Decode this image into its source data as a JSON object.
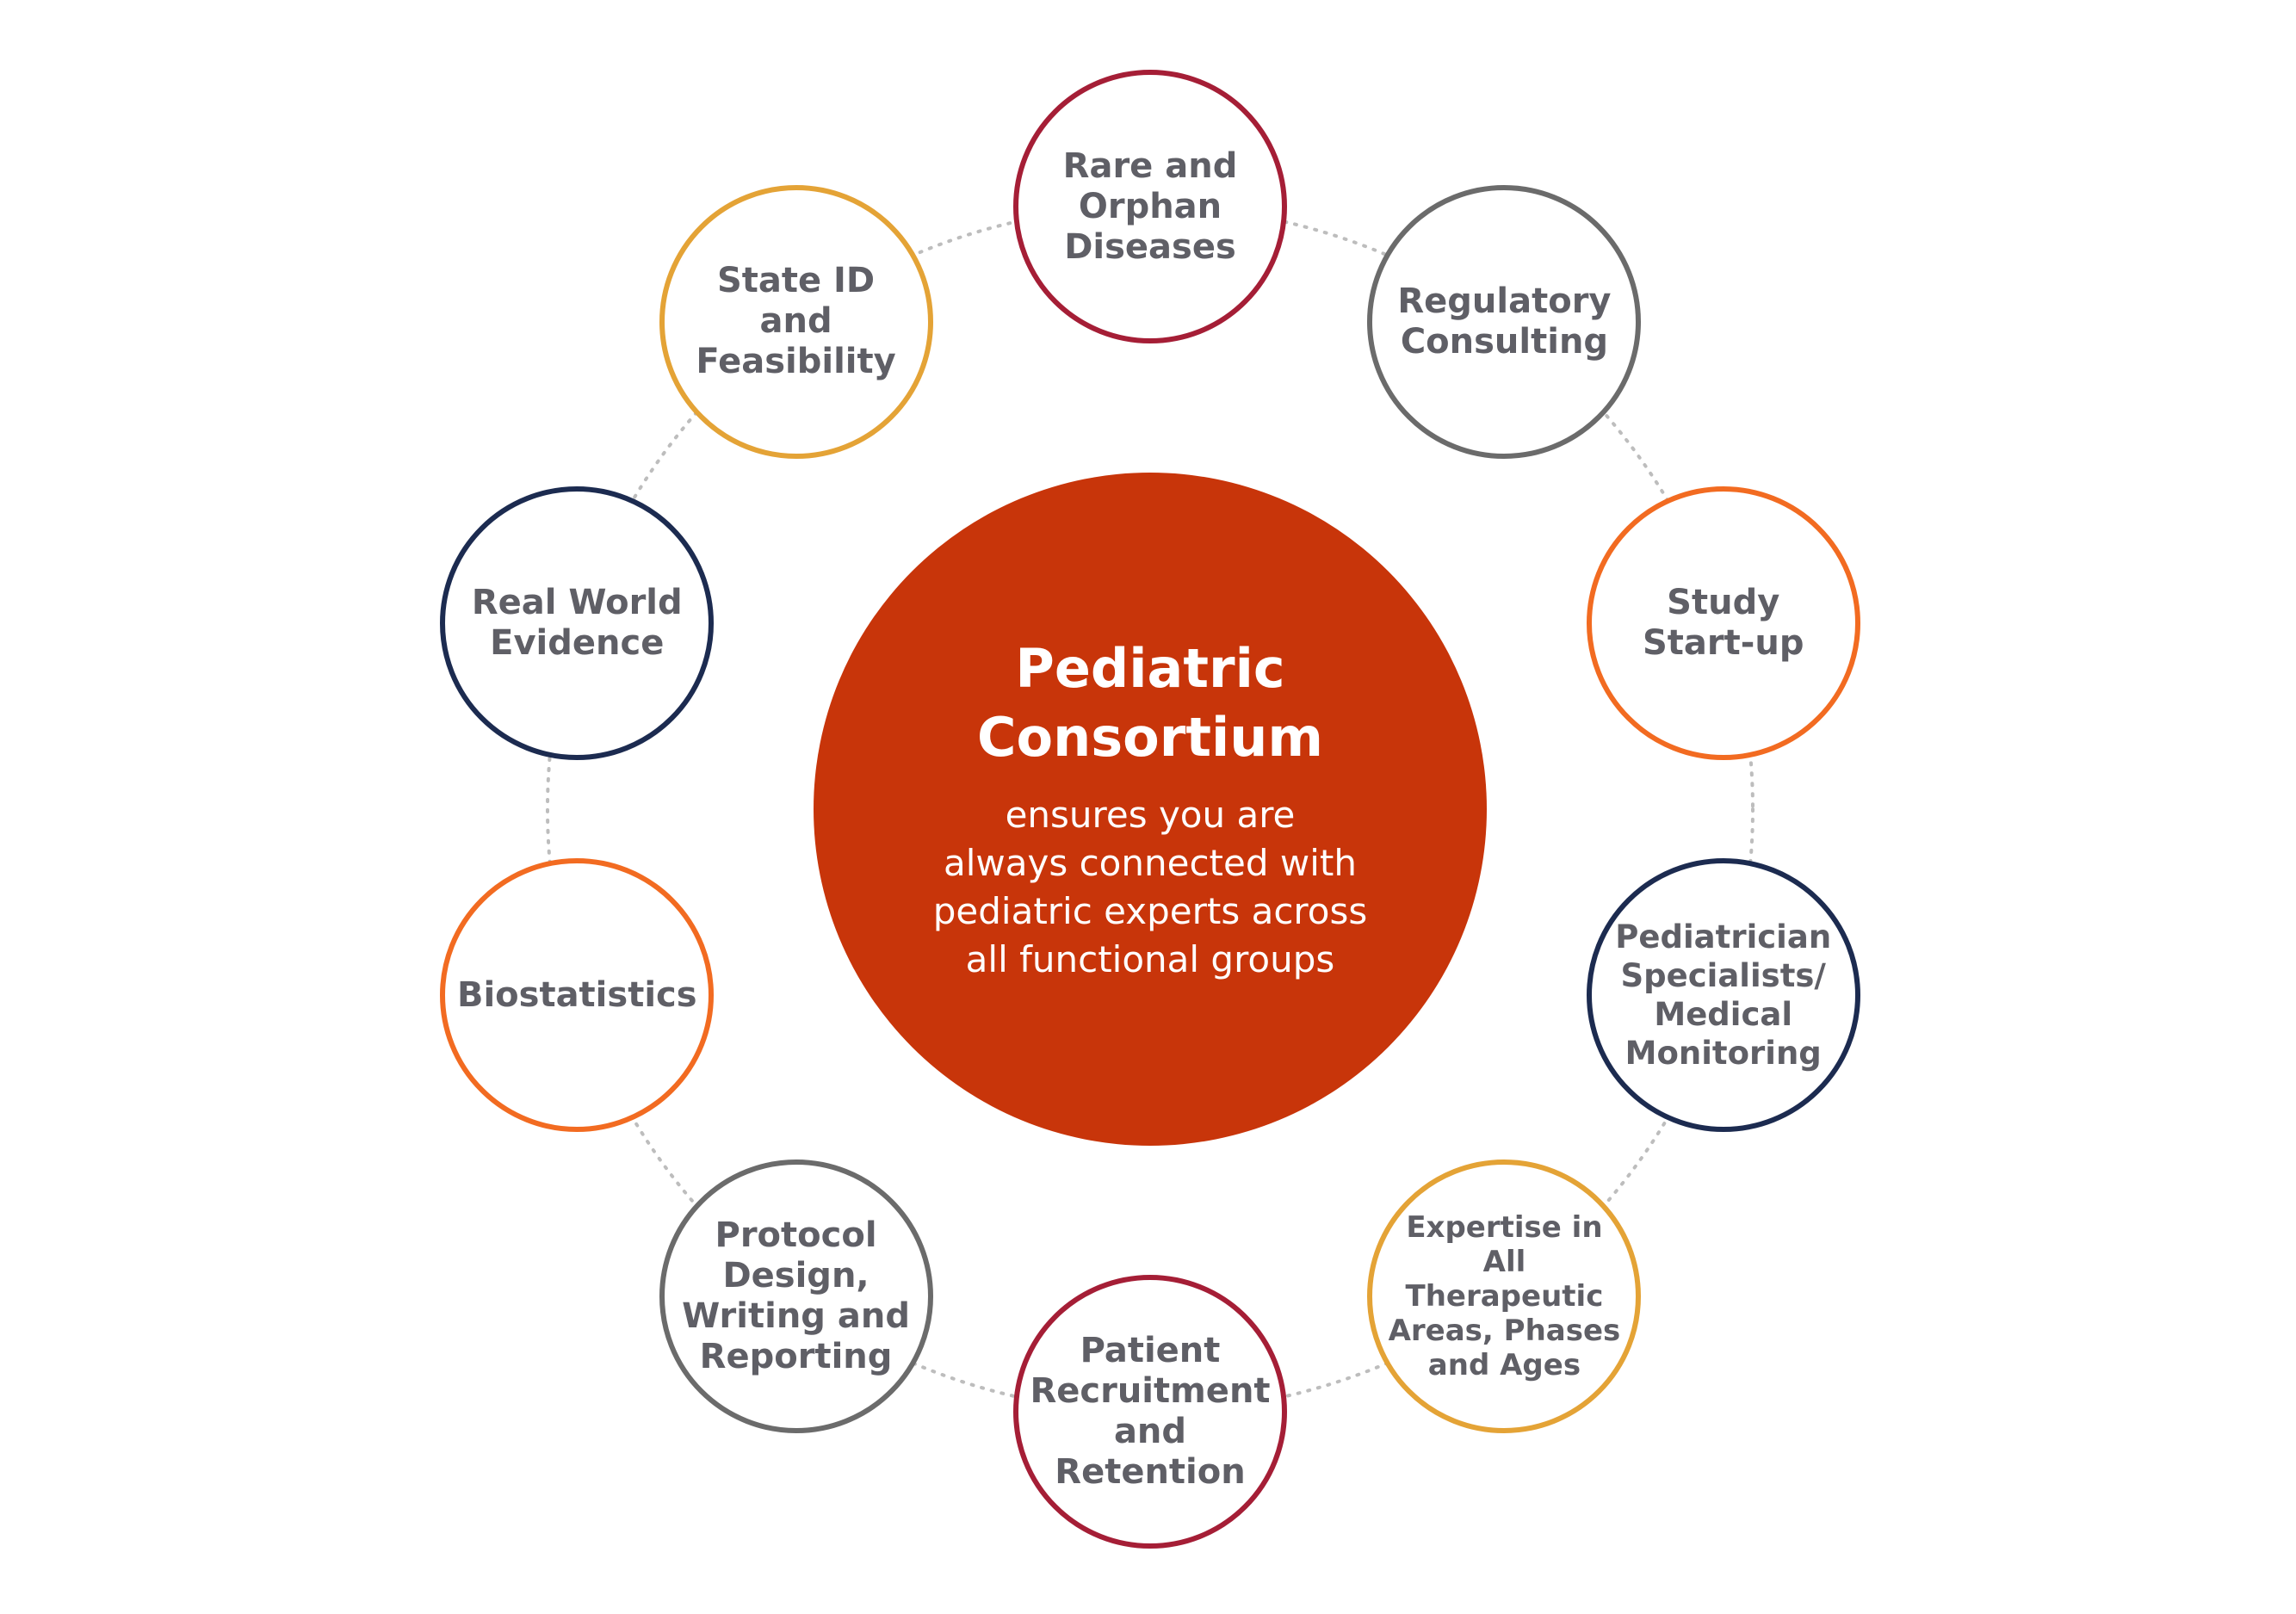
{
  "center": {
    "title": "Pediatric\nConsortium",
    "subtitle": "ensures you are\nalways connected with\npediatric experts across\nall functional groups",
    "color": "#c8350a"
  },
  "colors": {
    "crimson": "#a51e36",
    "gray": "#6b6b6b",
    "orange": "#f26b21",
    "navy": "#1c2b50",
    "gold": "#e4a336",
    "connector": "#bdbdbd",
    "label": "#5f5f66"
  },
  "nodes": [
    {
      "id": "rare-orphan",
      "label": "Rare and\nOrphan\nDiseases",
      "color": "crimson",
      "size": "normal"
    },
    {
      "id": "regulatory",
      "label": "Regulatory\nConsulting",
      "color": "gray",
      "size": "normal"
    },
    {
      "id": "study-startup",
      "label": "Study\nStart-up",
      "color": "orange",
      "size": "normal"
    },
    {
      "id": "pediatrician",
      "label": "Pediatrician\nSpecialists/\nMedical\nMonitoring",
      "color": "navy",
      "size": "medium"
    },
    {
      "id": "expertise",
      "label": "Expertise in\nAll Therapeutic\nAreas, Phases\nand Ages",
      "color": "gold",
      "size": "small"
    },
    {
      "id": "patient-recruitment",
      "label": "Patient\nRecruitment\nand\nRetention",
      "color": "crimson",
      "size": "normal"
    },
    {
      "id": "protocol-design",
      "label": "Protocol\nDesign,\nWriting and\nReporting",
      "color": "gray",
      "size": "normal"
    },
    {
      "id": "biostatistics",
      "label": "Biostatistics",
      "color": "orange",
      "size": "normal"
    },
    {
      "id": "real-world",
      "label": "Real World\nEvidence",
      "color": "navy",
      "size": "normal"
    },
    {
      "id": "state-id",
      "label": "State ID and\nFeasibility",
      "color": "gold",
      "size": "normal"
    }
  ]
}
